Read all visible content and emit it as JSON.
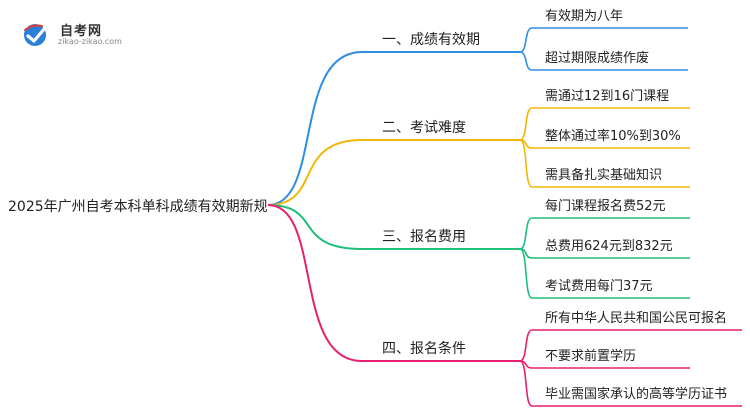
{
  "logo": {
    "name": "自考网",
    "url": "zikao-zikao.com"
  },
  "mindmap": {
    "root": "2025年广州自考本科单科成绩有效期新规",
    "branches": [
      {
        "label": "一、成绩有效期",
        "color": "#2f8de4",
        "leaves": [
          "有效期为八年",
          "超过期限成绩作废"
        ]
      },
      {
        "label": "二、考试难度",
        "color": "#f2b705",
        "leaves": [
          "需通过12到16门课程",
          "整体通过率10%到30%",
          "需具备扎实基础知识"
        ]
      },
      {
        "label": "三、报名费用",
        "color": "#1fbe7a",
        "leaves": [
          "每门课程报名费52元",
          "总费用624元到832元",
          "考试费用每门37元"
        ]
      },
      {
        "label": "四、报名条件",
        "color": "#e8206f",
        "leaves": [
          "所有中华人民共和国公民可报名",
          "不要求前置学历",
          "毕业需国家承认的高等学历证书"
        ]
      }
    ]
  }
}
